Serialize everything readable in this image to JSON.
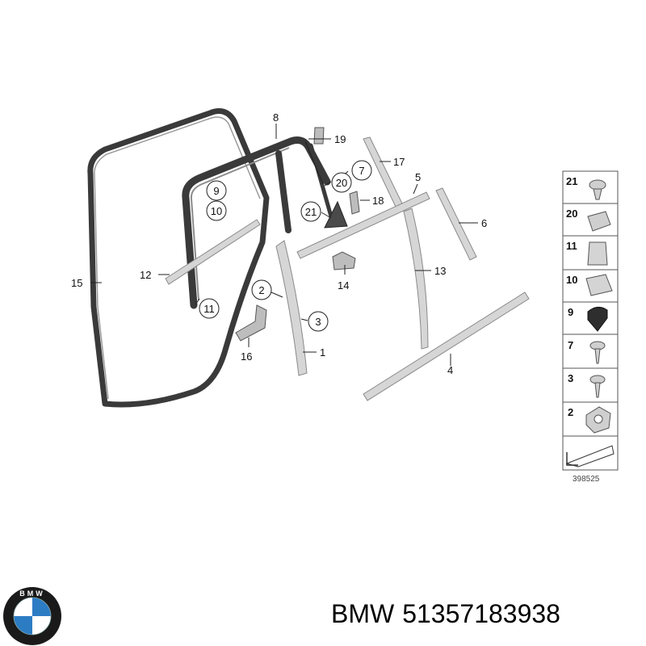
{
  "diagram": {
    "callouts": {
      "c1": "1",
      "c2": "2",
      "c3": "3",
      "c4": "4",
      "c5": "5",
      "c6": "6",
      "c7": "7",
      "c8": "8",
      "c9": "9",
      "c10": "10",
      "c11": "11",
      "c12": "12",
      "c13": "13",
      "c14": "14",
      "c15": "15",
      "c16": "16",
      "c17": "17",
      "c18": "18",
      "c19": "19",
      "c20": "20",
      "c21": "21"
    },
    "legend": {
      "items": [
        "21",
        "20",
        "11",
        "10",
        "9",
        "7",
        "3",
        "2"
      ],
      "ref_number": "398525"
    }
  },
  "footer": {
    "brand": "BMW",
    "part_number": "51357183938",
    "logo_letters": "BMW"
  }
}
